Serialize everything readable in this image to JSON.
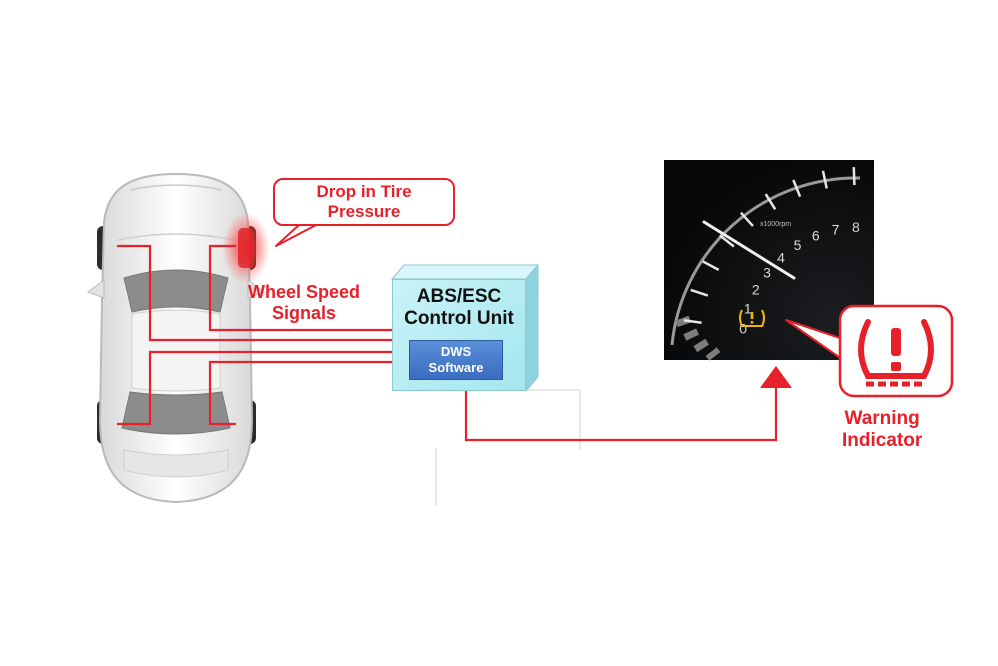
{
  "callout": {
    "line1": "Drop in Tire",
    "line2": "Pressure"
  },
  "signals_label": {
    "line1": "Wheel Speed",
    "line2": "Signals"
  },
  "control_unit": {
    "line1": "ABS/ESC",
    "line2": "Control Unit"
  },
  "software": {
    "line1": "DWS",
    "line2": "Software"
  },
  "warning": {
    "line1": "Warning",
    "line2": "Indicator"
  },
  "gauge": {
    "ticks": [
      "0",
      "1",
      "2",
      "3",
      "4",
      "5",
      "6",
      "7",
      "8"
    ],
    "unit": "x1000rpm"
  },
  "colors": {
    "accent_red": "#e8202a",
    "ecu_cyan": "#a4e6ee",
    "software_blue": "#3a6cc0",
    "indicator_amber": "#f2b705"
  },
  "icons": {
    "tpms": "tire-pressure-warning-icon"
  }
}
